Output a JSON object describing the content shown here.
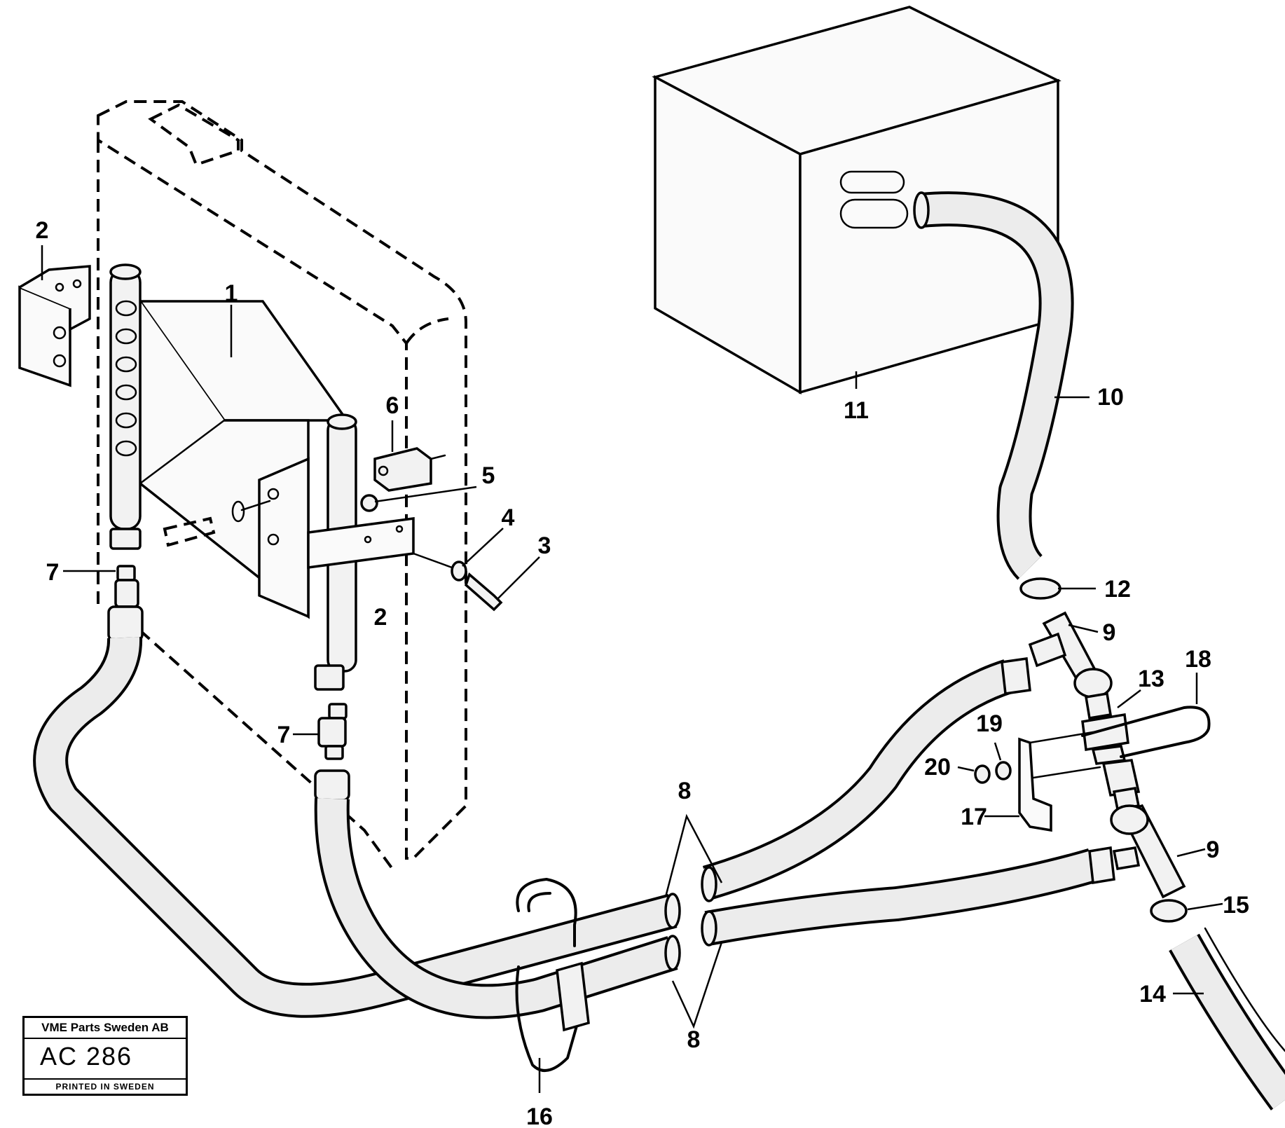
{
  "diagram": {
    "callouts": {
      "c1": "1",
      "c2a": "2",
      "c2b": "2",
      "c3": "3",
      "c4": "4",
      "c5": "5",
      "c6": "6",
      "c7a": "7",
      "c7b": "7",
      "c8a": "8",
      "c8b": "8",
      "c9a": "9",
      "c9b": "9",
      "c10": "10",
      "c11": "11",
      "c12": "12",
      "c13": "13",
      "c14": "14",
      "c15": "15",
      "c16": "16",
      "c17": "17",
      "c18": "18",
      "c19": "19",
      "c20": "20"
    }
  },
  "title_block": {
    "company": "VME Parts Sweden AB",
    "code": "AC 286",
    "printed": "PRINTED IN SWEDEN"
  }
}
